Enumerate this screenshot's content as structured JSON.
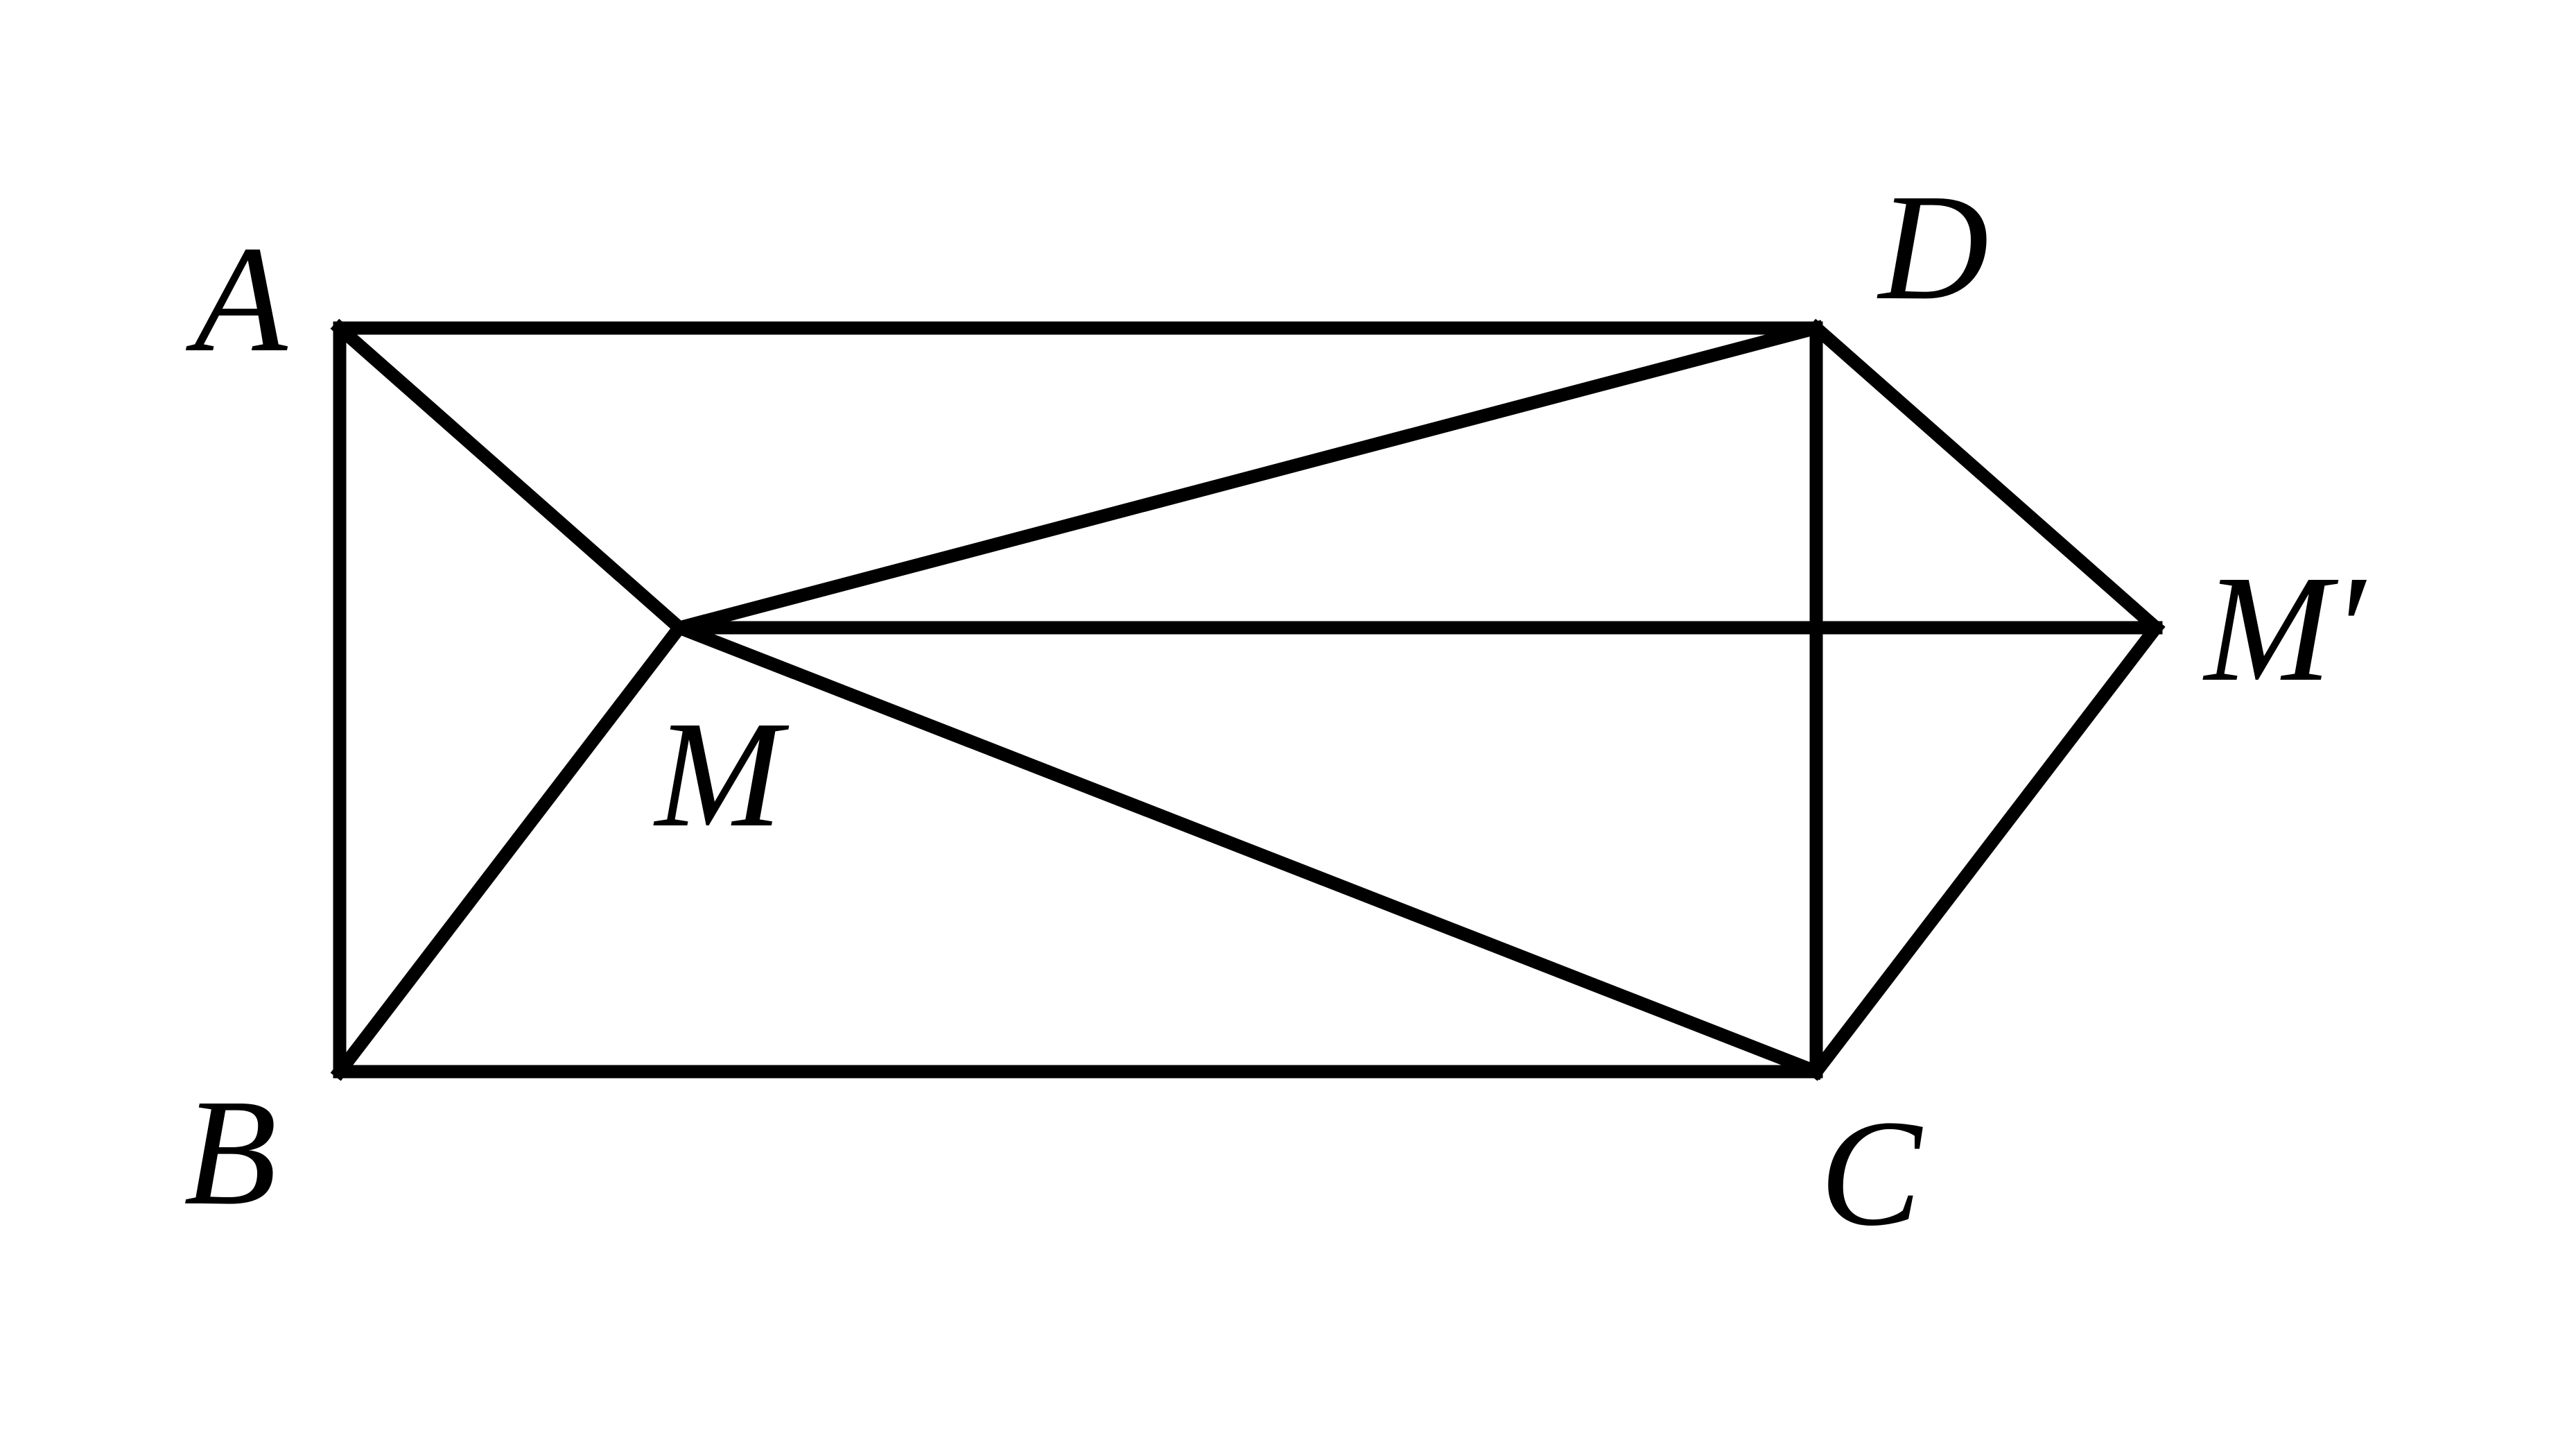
{
  "points": [
    {
      "id": "A",
      "label": "A"
    },
    {
      "id": "B",
      "label": "B"
    },
    {
      "id": "C",
      "label": "C"
    },
    {
      "id": "D",
      "label": "D"
    },
    {
      "id": "M",
      "label": "M"
    },
    {
      "id": "Mp",
      "label": "M′"
    }
  ],
  "segments": [
    [
      "A",
      "D"
    ],
    [
      "A",
      "B"
    ],
    [
      "B",
      "C"
    ],
    [
      "D",
      "C"
    ],
    [
      "A",
      "M"
    ],
    [
      "B",
      "M"
    ],
    [
      "M",
      "D"
    ],
    [
      "M",
      "C"
    ],
    [
      "M",
      "Mp"
    ],
    [
      "D",
      "Mp"
    ],
    [
      "C",
      "Mp"
    ]
  ]
}
